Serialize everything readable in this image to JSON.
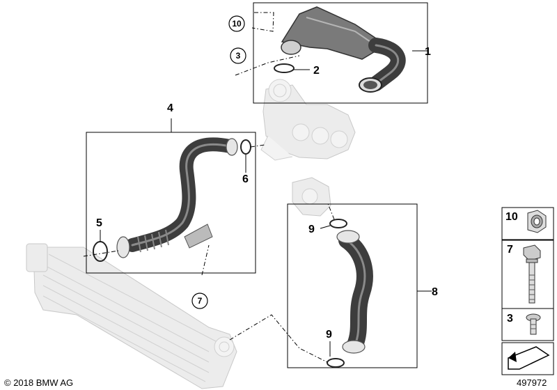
{
  "callouts": {
    "c1": "1",
    "c2": "2",
    "c3": "3",
    "c4": "4",
    "c5": "5",
    "c6": "6",
    "c7": "7",
    "c8": "8",
    "c9a": "9",
    "c9b": "9",
    "c10": "10"
  },
  "legend": {
    "item10": "10",
    "item7": "7",
    "item3": "3"
  },
  "footer": {
    "copyright": "© 2018 BMW AG",
    "diagram_id": "497972"
  },
  "colors": {
    "hose": "#3d3d3d",
    "ghost_part": "#ececec",
    "line": "#000000",
    "background": "#ffffff"
  }
}
